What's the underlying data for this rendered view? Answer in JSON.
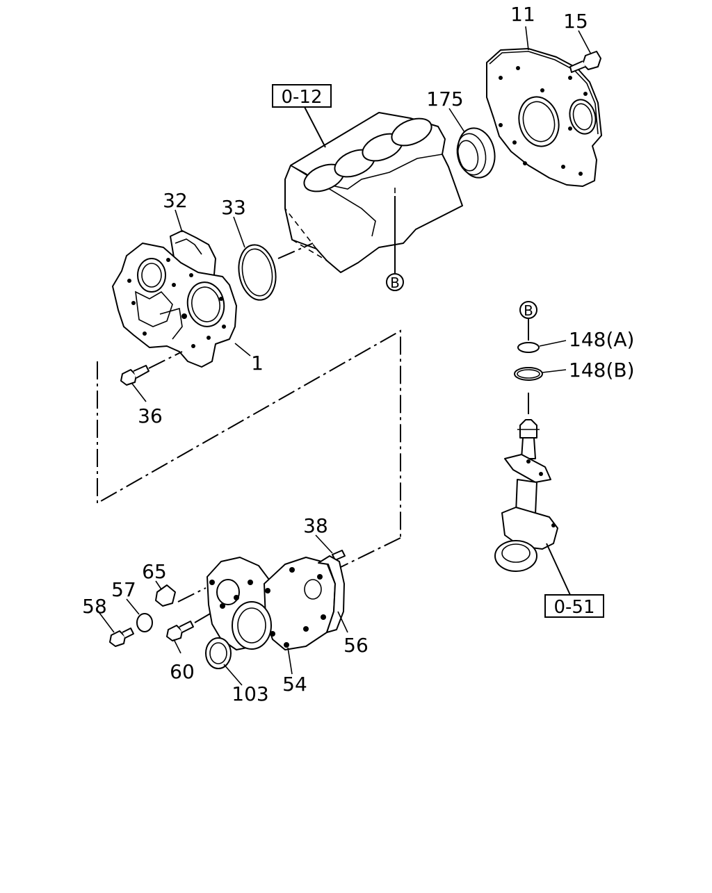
{
  "callouts": {
    "p11": "11",
    "p15": "15",
    "p175": "175",
    "p32": "32",
    "p33": "33",
    "p1": "1",
    "p36": "36",
    "p38": "38",
    "p65": "65",
    "p57": "57",
    "p58": "58",
    "p60": "60",
    "p103": "103",
    "p54": "54",
    "p56": "56",
    "p148a": "148(A)",
    "p148b": "148(B)"
  },
  "refs": {
    "block_group": "0-12",
    "pump_group": "0-51",
    "circle_b_top": "B",
    "circle_b_pump": "B"
  }
}
